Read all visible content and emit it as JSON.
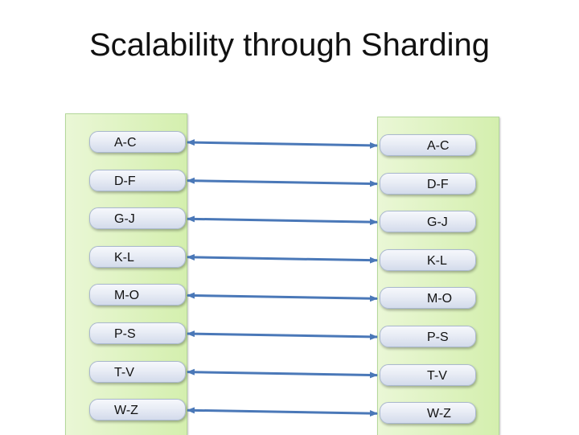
{
  "title": "Scalability through Sharding",
  "diagram": {
    "left_shards": [
      "A-C",
      "D-F",
      "G-J",
      "K-L",
      "M-O",
      "P-S",
      "T-V",
      "W-Z"
    ],
    "right_shards": [
      "A-C",
      "D-F",
      "G-J",
      "K-L",
      "M-O",
      "P-S",
      "T-V",
      "W-Z"
    ],
    "colors": {
      "panel": "#d4efae",
      "panel_border": "#b4d89a",
      "shard_fill": "#e8ecf5",
      "shard_border": "#aab8cf",
      "arrow": "#4a78b8"
    }
  }
}
